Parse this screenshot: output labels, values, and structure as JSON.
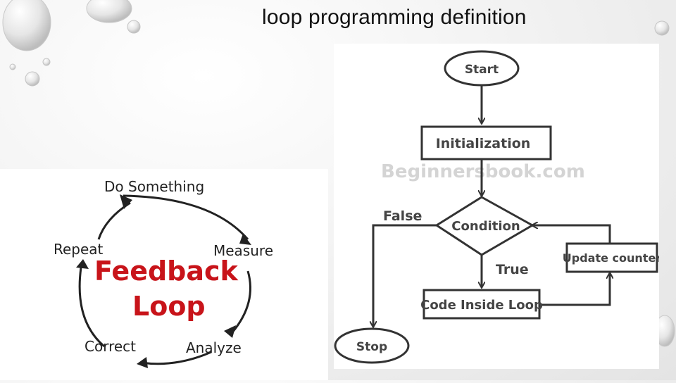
{
  "slide": {
    "title": "loop programming definition"
  },
  "feedback_loop": {
    "title_line1": "Feedback",
    "title_line2": "Loop",
    "steps": {
      "do_something": "Do Something",
      "measure": "Measure",
      "analyze": "Analyze",
      "correct": "Correct",
      "repeat": "Repeat"
    },
    "title_color": "#c8141a"
  },
  "flowchart": {
    "watermark": "Beginnersbook.com",
    "start": "Start",
    "initialization": "Initialization",
    "condition": "Condition",
    "true_label": "True",
    "false_label": "False",
    "code_inside_loop": "Code Inside Loop",
    "update_counter": "Update counter",
    "stop": "Stop"
  }
}
